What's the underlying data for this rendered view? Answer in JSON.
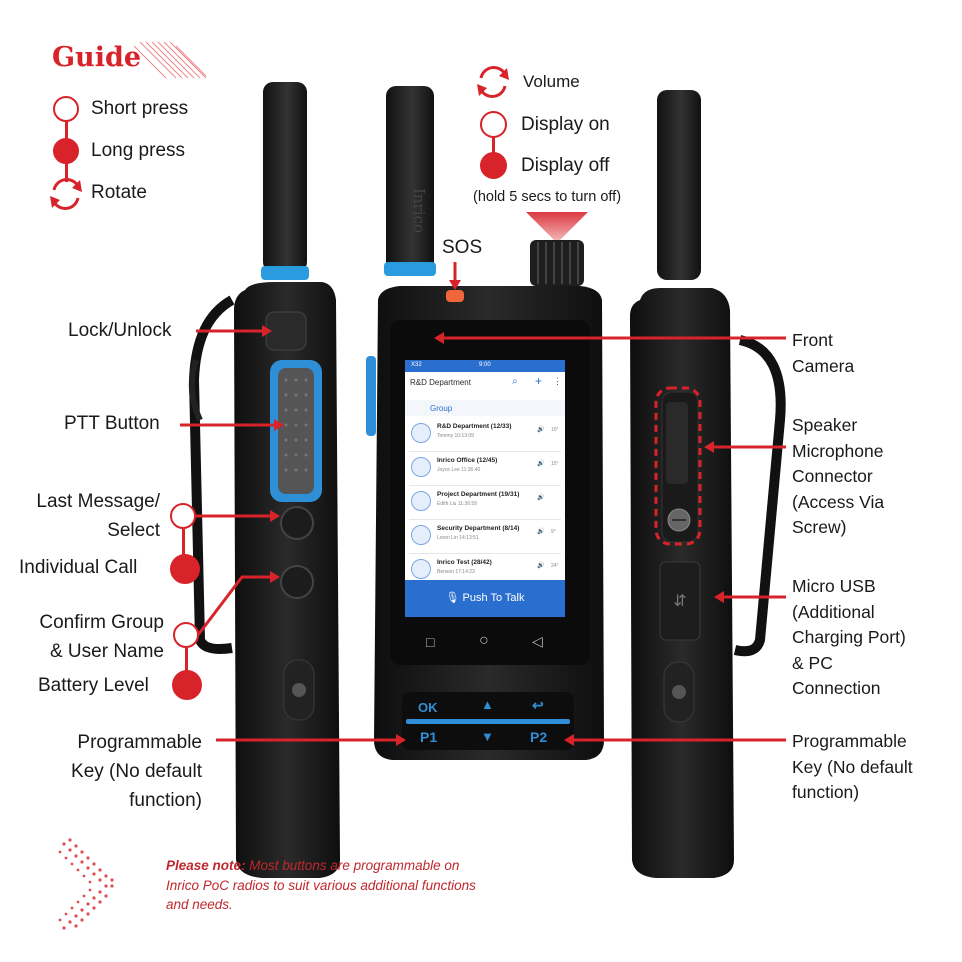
{
  "guide": {
    "title": "Guide",
    "items": [
      {
        "icon": "short-press-circle-icon",
        "label": "Short press"
      },
      {
        "icon": "long-press-filled-circle-icon",
        "label": "Long press"
      },
      {
        "icon": "rotate-arrows-icon",
        "label": "Rotate"
      }
    ]
  },
  "knob_legend": {
    "items": [
      {
        "icon": "rotate-arrows-icon",
        "label": "Volume"
      },
      {
        "icon": "short-press-circle-icon",
        "label": "Display on"
      },
      {
        "icon": "long-press-filled-circle-icon",
        "label": "Display off"
      }
    ],
    "note": "(hold 5 secs to turn off)"
  },
  "labels": {
    "sos": "SOS",
    "lock": "Lock/Unlock",
    "ptt": "PTT Button",
    "last_message": [
      "Last Message/",
      "Select"
    ],
    "individual_call": "Individual Call",
    "confirm_group": [
      "Confirm Group",
      "& User Name"
    ],
    "battery": "Battery Level",
    "prog_left": [
      "Programmable",
      "Key (No default",
      "function)"
    ],
    "front_camera": [
      "Front",
      "Camera"
    ],
    "speaker_mic": [
      "Speaker",
      "Microphone",
      "Connector",
      "(Access Via",
      "Screw)"
    ],
    "micro_usb": [
      "Micro USB",
      "(Additional",
      "Charging Port)",
      "& PC",
      "Connection"
    ],
    "prog_right": [
      "Programmable",
      "Key (No default",
      "function)"
    ]
  },
  "screen": {
    "status_left": "X32",
    "status_time": "9:00",
    "header_title": "R&D Department",
    "tab_group": "Group",
    "groups": [
      {
        "name": "R&D Department (12/33)",
        "sub": "Tommy  10:13:09",
        "badge": "10°"
      },
      {
        "name": "Inrico Office (12/45)",
        "sub": "Joyce Lee  11:36:40",
        "badge": "15°"
      },
      {
        "name": "Project Department (19/31)",
        "sub": "Edith Liu  11:36:59",
        "badge": ""
      },
      {
        "name": "Security Department (8/14)",
        "sub": "Loren Lin  14:13:51",
        "badge": "9°"
      },
      {
        "name": "Inrico Test (28/42)",
        "sub": "Benson  17:14:23",
        "badge": "24°"
      }
    ],
    "ptt_label": "Push To Talk",
    "nav": [
      "□",
      "○",
      "◁"
    ]
  },
  "keypad": {
    "ok": "OK",
    "up": "▲",
    "back": "↩",
    "p1": "P1",
    "down": "▼",
    "p2": "P2"
  },
  "antenna_brand": "Inrico",
  "note": {
    "bold": "Please note:",
    "text": " Most buttons are programmable on Inrico PoC radios to suit various additional functions and needs."
  },
  "colors": {
    "accent_red": "#d8232a",
    "ptt_blue": "#2f8fd6",
    "radio_body": "#1b1b1b",
    "sos_orange": "#f0663a"
  }
}
